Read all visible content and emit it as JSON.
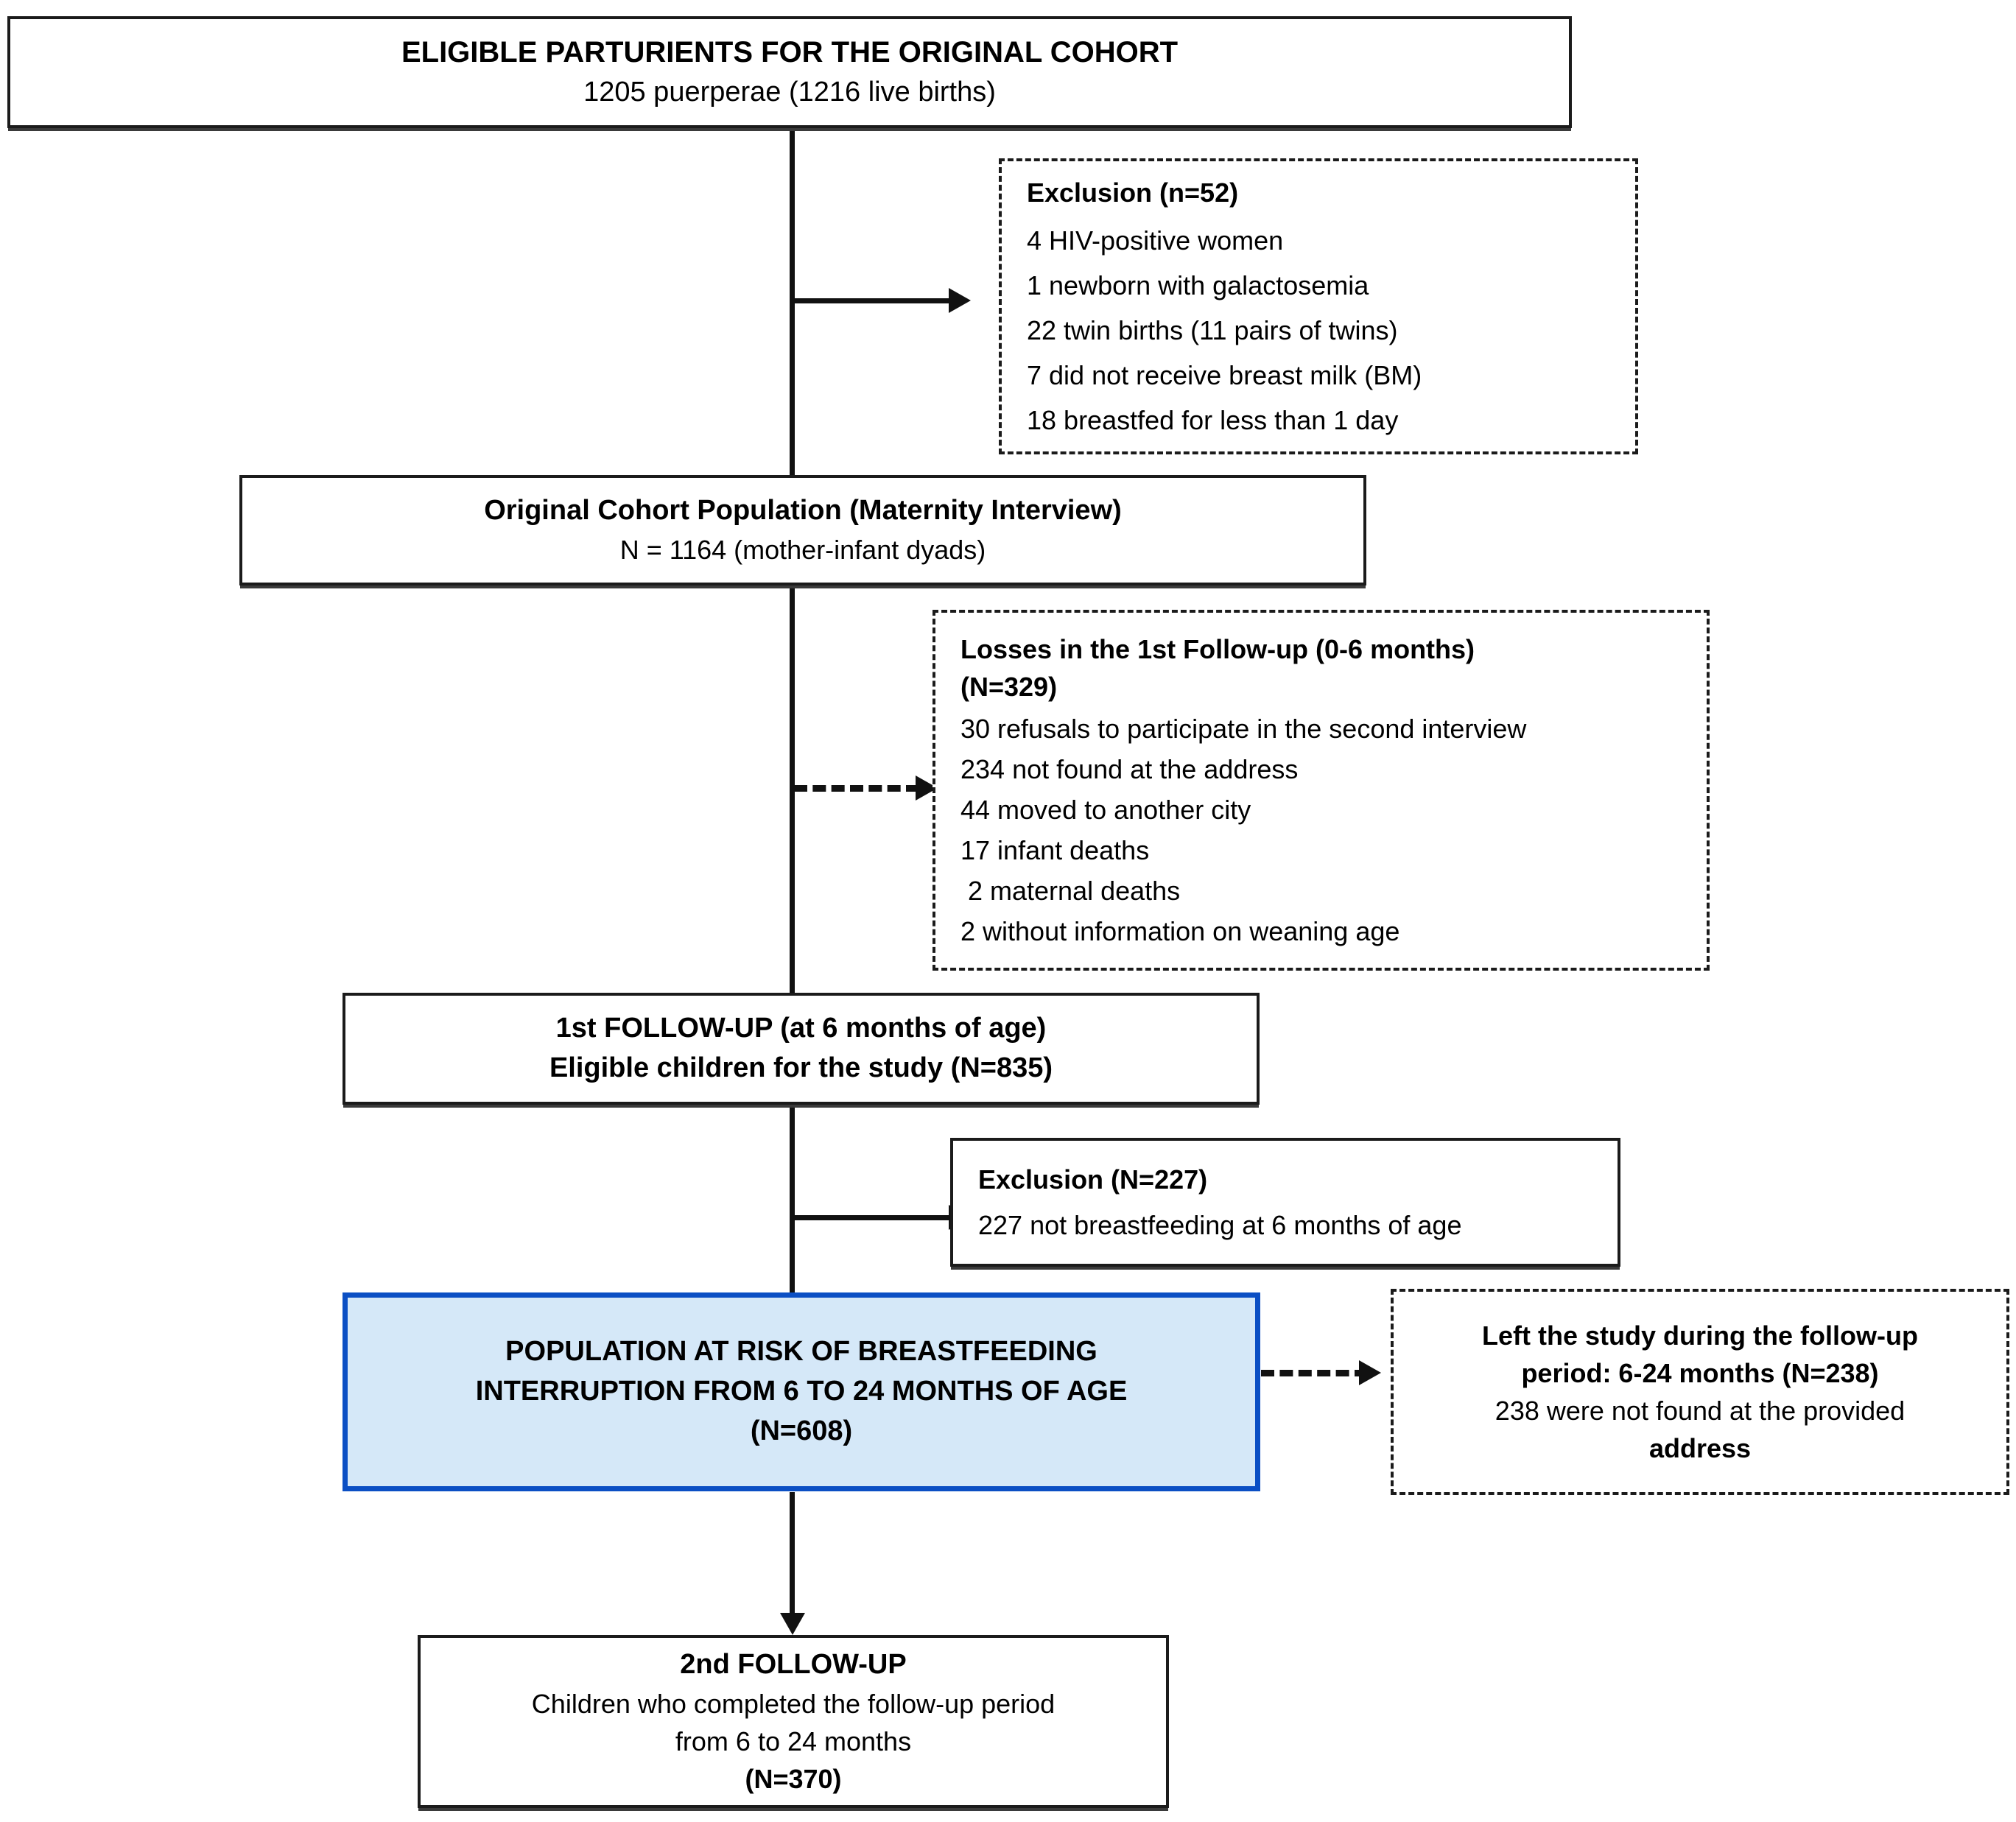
{
  "diagram": {
    "title": "Study participant flow diagram",
    "colors": {
      "line": "#111111",
      "box_border": "#1b1b1b",
      "highlight_border": "#0b4fc4",
      "highlight_fill": "#d5e8f8",
      "background": "#ffffff"
    }
  },
  "nodes": {
    "eligible": {
      "heading": "ELIGIBLE PARTURIENTS FOR THE ORIGINAL COHORT",
      "line2": "1205 puerperae (1216 live births)"
    },
    "exclusion1": {
      "heading": "Exclusion (n=52)",
      "items": [
        "4 HIV-positive women",
        "1 newborn with galactosemia",
        "22 twin births (11 pairs of twins)",
        "7 did not receive breast milk (BM)",
        "18 breastfed for less than 1 day"
      ]
    },
    "original_cohort": {
      "heading": "Original Cohort Population (Maternity Interview)",
      "line2": "N = 1164 (mother-infant dyads)"
    },
    "losses1": {
      "heading": "Losses in the 1st Follow-up (0-6 months)",
      "heading2": "(N=329)",
      "items": [
        "30 refusals to participate in the second interview",
        "234 not found at the address",
        "44 moved to another city",
        "17 infant deaths",
        " 2 maternal deaths",
        "2 without information on weaning age"
      ]
    },
    "followup1": {
      "heading": "1st FOLLOW-UP (at 6 months of age)",
      "line2": "Eligible children for the study (N=835)"
    },
    "exclusion2": {
      "heading": "Exclusion (N=227)",
      "items": [
        "227 not breastfeeding at 6 months of age"
      ]
    },
    "population_at_risk": {
      "line1": "POPULATION AT RISK OF BREASTFEEDING",
      "line2": "INTERRUPTION FROM 6 TO 24 MONTHS OF AGE",
      "line3": "(N=608)"
    },
    "left_study": {
      "line1": "Left the study during the follow-up",
      "line2": "period: 6-24 months (N=238)",
      "line3": "238 were not found at the provided",
      "line4": "address"
    },
    "followup2": {
      "heading": "2nd FOLLOW-UP",
      "line2": "Children who completed the follow-up period",
      "line3": "from 6 to 24 months",
      "line4": "(N=370)"
    }
  },
  "chart_data": {
    "type": "flowchart",
    "title": "Participant flow through the cohort study",
    "stages": [
      {
        "label": "Eligible parturients for the original cohort",
        "n": 1205,
        "note": "1216 live births"
      },
      {
        "label": "Original Cohort Population (Maternity Interview)",
        "n": 1164,
        "note": "mother-infant dyads"
      },
      {
        "label": "1st FOLLOW-UP (at 6 months of age) - Eligible children for the study",
        "n": 835
      },
      {
        "label": "POPULATION AT RISK OF BREASTFEEDING INTERRUPTION FROM 6 TO 24 MONTHS OF AGE",
        "n": 608
      },
      {
        "label": "2nd FOLLOW-UP - Children who completed the follow-up period from 6 to 24 months",
        "n": 370
      }
    ],
    "exclusions": [
      {
        "label": "Exclusion",
        "n": 52,
        "after_stage": "Eligible parturients for the original cohort",
        "breakdown": [
          {
            "reason": "HIV-positive women",
            "n": 4
          },
          {
            "reason": "newborn with galactosemia",
            "n": 1
          },
          {
            "reason": "twin births (11 pairs of twins)",
            "n": 22
          },
          {
            "reason": "did not receive breast milk (BM)",
            "n": 7
          },
          {
            "reason": "breastfed for less than 1 day",
            "n": 18
          }
        ]
      },
      {
        "label": "Losses in the 1st Follow-up (0-6 months)",
        "n": 329,
        "after_stage": "Original Cohort Population (Maternity Interview)",
        "breakdown": [
          {
            "reason": "refusals to participate in the second interview",
            "n": 30
          },
          {
            "reason": "not found at the address",
            "n": 234
          },
          {
            "reason": "moved to another city",
            "n": 44
          },
          {
            "reason": "infant deaths",
            "n": 17
          },
          {
            "reason": "maternal deaths",
            "n": 2
          },
          {
            "reason": "without information on weaning age",
            "n": 2
          }
        ]
      },
      {
        "label": "Exclusion",
        "n": 227,
        "after_stage": "1st FOLLOW-UP (at 6 months of age)",
        "breakdown": [
          {
            "reason": "not breastfeeding at 6 months of age",
            "n": 227
          }
        ]
      },
      {
        "label": "Left the study during the follow-up period: 6-24 months",
        "n": 238,
        "after_stage": "POPULATION AT RISK OF BREASTFEEDING INTERRUPTION FROM 6 TO 24 MONTHS OF AGE",
        "breakdown": [
          {
            "reason": "were not found at the provided address",
            "n": 238
          }
        ]
      }
    ]
  }
}
